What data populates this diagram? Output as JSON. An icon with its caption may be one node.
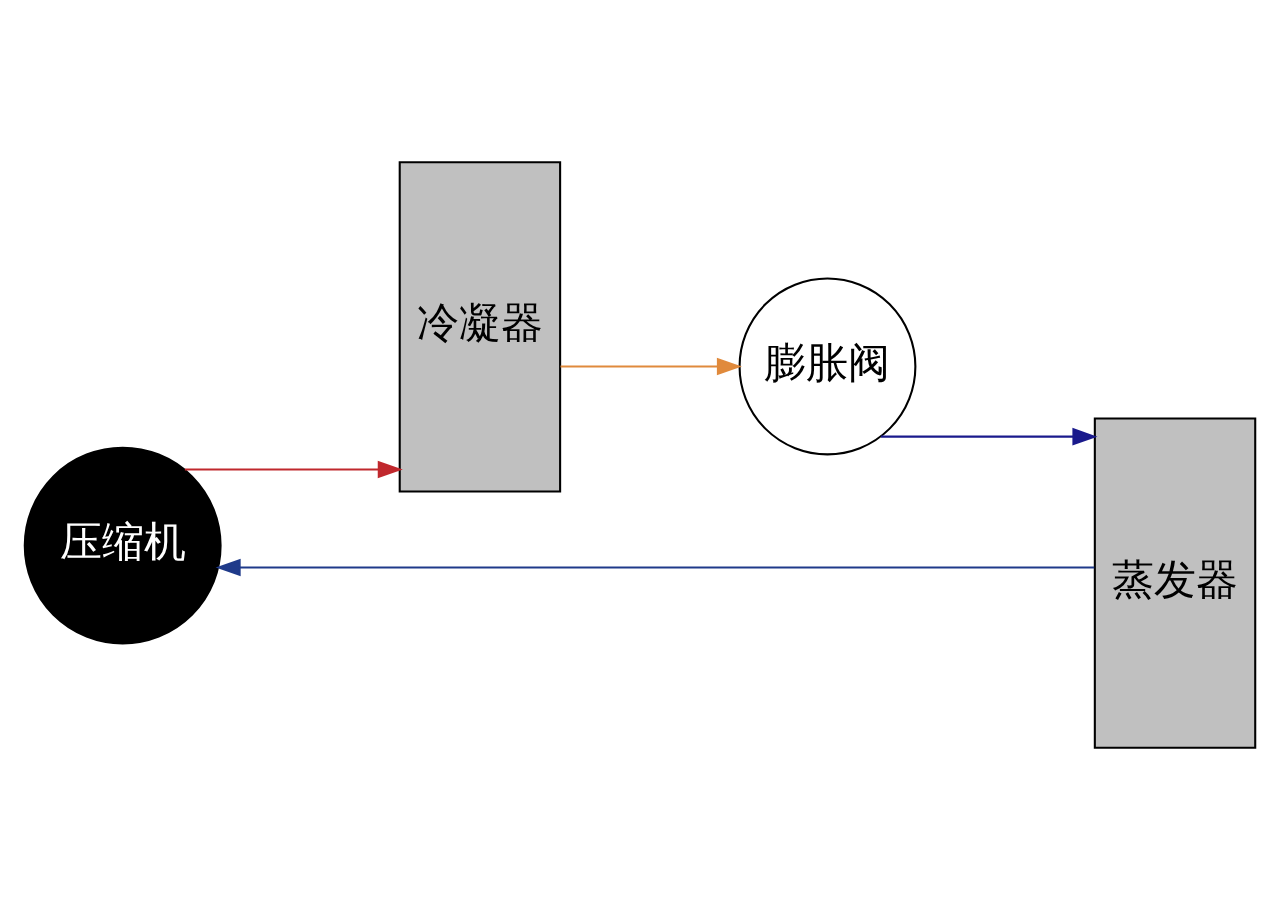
{
  "diagram": {
    "nodes": [
      {
        "text": [
          "压缩机"
        ]
      },
      {
        "text": [
          "冷凝器"
        ]
      },
      {
        "text": [
          "膨胀阀"
        ]
      },
      {
        "text": [
          "蒸发器"
        ]
      }
    ],
    "edges": [
      {
        "from": 3,
        "to": 0,
        "arrow": "to",
        "color": "#1f3a8a"
      },
      {
        "from": 0,
        "to": 1,
        "arrow": "to",
        "color": "#c0282d"
      },
      {
        "from": 1,
        "to": 2,
        "arrow": "to",
        "color": "#e08a3c"
      },
      {
        "from": 2,
        "to": 3,
        "arrow": "to",
        "color": "#1a1a8c"
      }
    ]
  }
}
